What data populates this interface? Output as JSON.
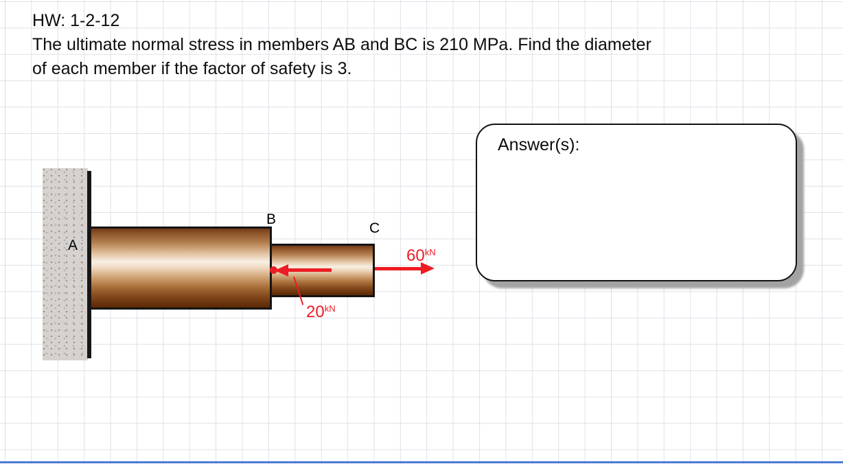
{
  "page": {
    "title": "HW: 1-2-12",
    "problem": {
      "line1": "The ultimate normal stress in members AB and BC is 210 MPa. Find the diameter",
      "line2": "of each member if the factor of safety is 3."
    }
  },
  "diagram": {
    "labels": {
      "a": "A",
      "b": "B",
      "c": "C"
    },
    "forces": {
      "at_b": {
        "value": "20",
        "unit": "kN",
        "direction": "left"
      },
      "at_c": {
        "value": "60",
        "unit": "kN",
        "direction": "right"
      }
    },
    "colors": {
      "force_arrow_red": "#ed1c24",
      "bar_highlight": "#f8efe3",
      "bar_dark": "#5c2a08",
      "wall_gray": "#d6d2cf",
      "grid_line": "#dde1e8",
      "bottom_line_blue": "#4b7bd5"
    }
  },
  "answer_box": {
    "label": "Answer(s):"
  }
}
